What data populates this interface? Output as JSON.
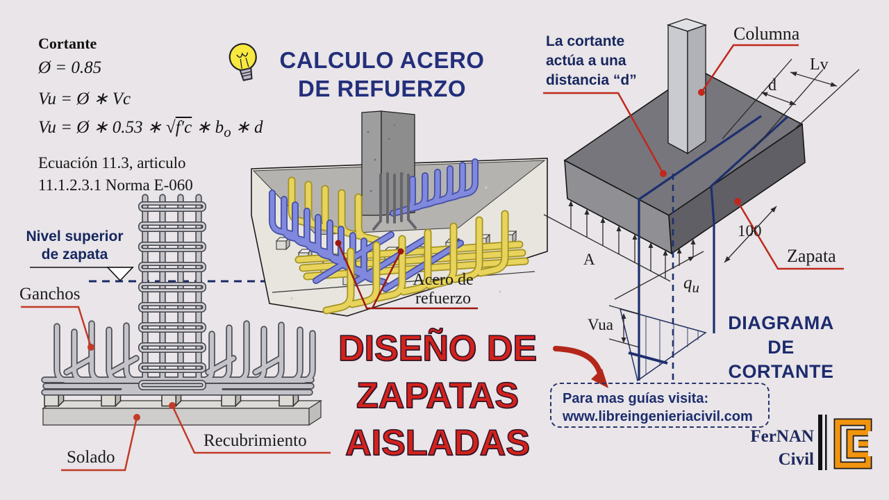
{
  "colors": {
    "background": "#e9e5e8",
    "navy": "#232f7b",
    "red_accent": "#c0281c",
    "title_red": "#d3221c",
    "rebar_yellow": "#e8d45c",
    "rebar_blue": "#8089dd",
    "logo_orange": "#f2940e"
  },
  "formula_block": {
    "title": "Cortante",
    "phi_line": "Ø = 0.85",
    "vu_line": "Vu = Ø ∗ Vc",
    "vu2_prefix": "Vu = Ø ∗ 0.53 ∗ √",
    "vu2_radicand": "f′c",
    "vu2_mid": " ∗ b",
    "vu2_sub": "o",
    "vu2_suffix": " ∗ d",
    "ref_line1": "Ecuación 11.3, articulo",
    "ref_line2": "11.1.2.3.1 Norma E-060"
  },
  "main_title": {
    "line1": "CALCULO ACERO",
    "line2": "DE REFUERZO"
  },
  "left_figure": {
    "nivel_line1": "Nivel superior",
    "nivel_line2": "de zapata",
    "ganchos": "Ganchos",
    "solado": "Solado",
    "recubrimiento": "Recubrimiento"
  },
  "center_figure": {
    "acero_line1": "Acero de",
    "acero_line2": "refuerzo"
  },
  "right_figure": {
    "note_line1": "La cortante",
    "note_line2": "actúa a una",
    "note_line3": "distancia “d”",
    "columna": "Columna",
    "lv": "Lv",
    "d": "d",
    "dim100": "100",
    "zapata": "Zapata",
    "a_label": "A",
    "qu_base": "q",
    "qu_sub": "u",
    "vua": "Vua",
    "diagram_line1": "DIAGRAMA",
    "diagram_line2": "DE",
    "diagram_line3": "CORTANTE"
  },
  "big_title": {
    "line1": "DISEÑO DE",
    "line2": "ZAPATAS",
    "line3": "AISLADAS"
  },
  "promo": {
    "line1": "Para mas guías visita:",
    "line2": "www.libreingenieriacivil.com"
  },
  "brand": {
    "name": "FerNAN",
    "sub": "Civil"
  }
}
